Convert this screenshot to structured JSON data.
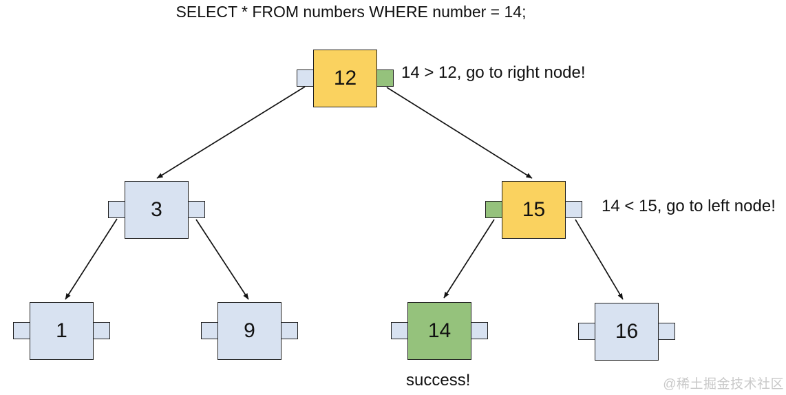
{
  "title": "SELECT * FROM numbers WHERE number = 14;",
  "annotations": {
    "root_decision": "14 > 12, go to right node!",
    "subtree_decision": "14 < 15, go to left node!",
    "result": "success!"
  },
  "watermark": "@稀土掘金技术社区",
  "colors": {
    "node_yellow": "#fad25f",
    "node_blue": "#d8e2f1",
    "node_green": "#95c27c",
    "node_border": "#1f1f1f",
    "arrow_color": "#121212",
    "text_color": "#111111",
    "watermark_color": "#c9c9c9",
    "background": "#ffffff"
  },
  "tree": {
    "nodes": [
      {
        "value": "12",
        "fill": "yellow",
        "left_tab": "blue",
        "right_tab": "green"
      },
      {
        "value": "3",
        "fill": "blue",
        "left_tab": "blue",
        "right_tab": "blue"
      },
      {
        "value": "15",
        "fill": "yellow",
        "left_tab": "green",
        "right_tab": "blue"
      },
      {
        "value": "1",
        "fill": "blue",
        "left_tab": "blue",
        "right_tab": "blue"
      },
      {
        "value": "9",
        "fill": "blue",
        "left_tab": "blue",
        "right_tab": "blue"
      },
      {
        "value": "14",
        "fill": "green",
        "left_tab": "blue",
        "right_tab": "blue"
      },
      {
        "value": "16",
        "fill": "blue",
        "left_tab": "blue",
        "right_tab": "blue"
      }
    ],
    "edges": [
      {
        "from": "12",
        "to": "3"
      },
      {
        "from": "12",
        "to": "15"
      },
      {
        "from": "3",
        "to": "1"
      },
      {
        "from": "3",
        "to": "9"
      },
      {
        "from": "15",
        "to": "14"
      },
      {
        "from": "15",
        "to": "16"
      }
    ]
  }
}
